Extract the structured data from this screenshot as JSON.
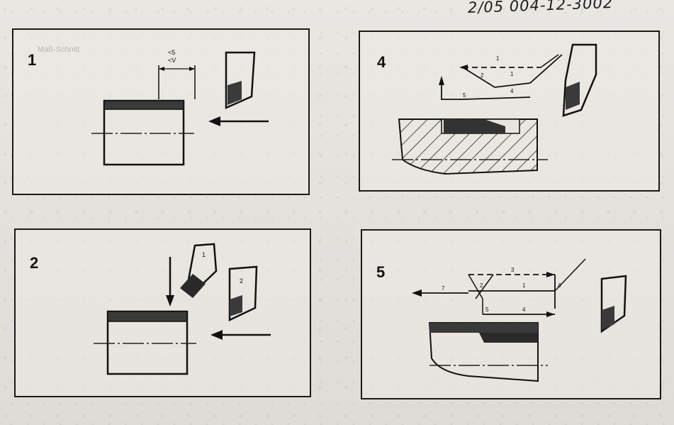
{
  "document": {
    "reference": "2/05 004-12-3002",
    "ghost_text": "Maß-Schnitt"
  },
  "panels": [
    {
      "number": "1",
      "dim_top": "<5",
      "dim_bottom": "<V"
    },
    {
      "number": "2",
      "tool1_label": "1",
      "tool2_label": "2"
    },
    {
      "number": "4",
      "labels": [
        "1",
        "2",
        "1",
        "4",
        "5"
      ]
    },
    {
      "number": "5",
      "labels": [
        "2",
        "3",
        "1",
        "4",
        "4",
        "5",
        "7"
      ]
    }
  ]
}
